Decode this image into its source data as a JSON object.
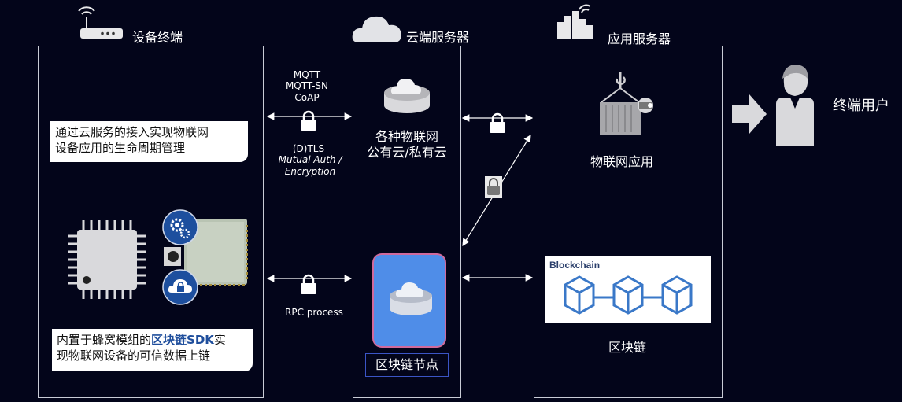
{
  "columns": {
    "device": {
      "title": "设备终端",
      "icon": "router-icon"
    },
    "cloud": {
      "title": "云端服务器",
      "icon": "cloud-icon"
    },
    "app": {
      "title": "应用服务器",
      "icon": "city-icon"
    }
  },
  "end_user": {
    "label": "终端用户",
    "icon": "user-icon"
  },
  "protocols": {
    "line1": "MQTT",
    "line2": "MQTT-SN",
    "line3": "CoAP",
    "security": "(D)TLS",
    "auth1": "Mutual Auth /",
    "auth2": "Encryption",
    "rpc": "RPC process"
  },
  "notes": {
    "top_line1": "通过云服务的接入实现物联网",
    "top_line2": "设备应用的生命周期管理",
    "bottom_pre": "内置于蜂窝模组的",
    "bottom_highlight": "区块链SDK",
    "bottom_post": "实",
    "bottom_line2": "现物联网设备的可信数据上链"
  },
  "cloud_server": {
    "line1": "各种物联网",
    "line2": "公有云/私有云"
  },
  "blockchain_node": {
    "label": "区块链节点"
  },
  "iot_app": {
    "label": "物联网应用"
  },
  "blockchain": {
    "title": "Blockchain",
    "label": "区块链"
  },
  "colors": {
    "background": "#03051a",
    "node_blue": "#4f8de8",
    "highlight": "#1f4e9c"
  }
}
